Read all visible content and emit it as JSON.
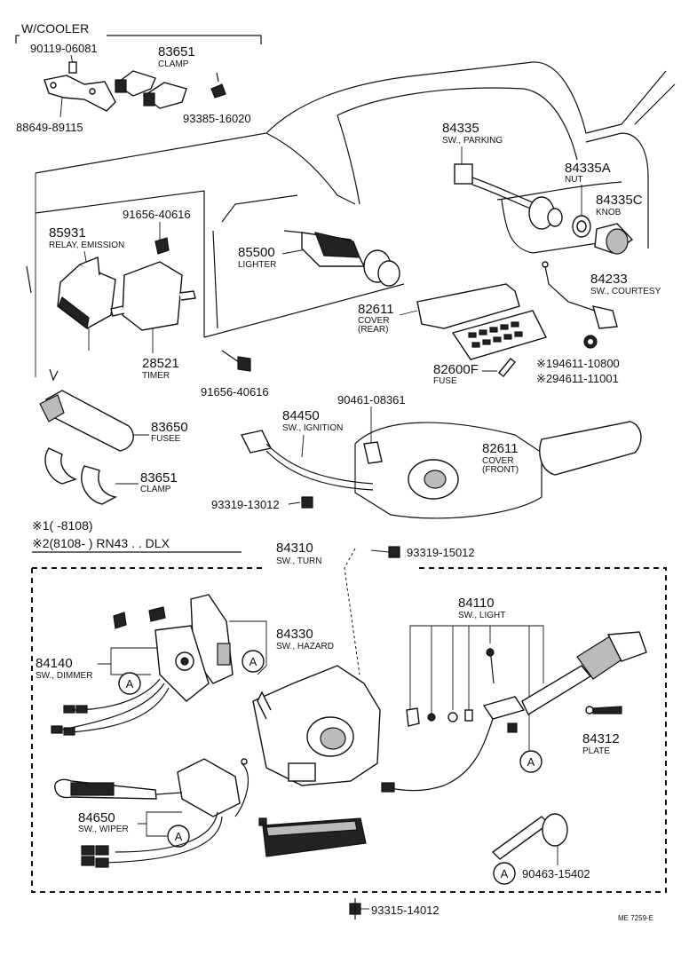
{
  "header": {
    "variant": "W/COOLER"
  },
  "labels": {
    "p90119": "90119-06081",
    "p83651a": "83651",
    "p83651a_name": "CLAMP",
    "p93385": "93385-16020",
    "p88649": "88649-89115",
    "p84335": "84335",
    "p84335_name": "SW., PARKING",
    "p84335A": "84335A",
    "p84335A_name": "NUT",
    "p84335C": "84335C",
    "p84335C_name": "KNOB",
    "p91656a": "91656-40616",
    "p85931": "85931",
    "p85931_name": "RELAY, EMISSION",
    "p85500": "85500",
    "p85500_name": "LIGHTER",
    "p84233": "84233",
    "p84233_name": "SW., COURTESY",
    "p82611r": "82611",
    "p82611r_name1": "COVER",
    "p82611r_name2": "(REAR)",
    "p28521": "28521",
    "p28521_name": "TIMER",
    "p194611": "※194611-10800",
    "p294611": "※294611-11001",
    "p82600F": "82600F",
    "p82600F_name": "FUSE",
    "p91656b": "91656-40616",
    "p90461": "90461-08361",
    "p84450": "84450",
    "p84450_name": "SW., IGNITION",
    "p83650": "83650",
    "p83650_name": "FUSEE",
    "p82611f": "82611",
    "p82611f_name1": "COVER",
    "p82611f_name2": "(FRONT)",
    "p83651b": "83651",
    "p83651b_name": "CLAMP",
    "p93319a": "93319-13012",
    "note1": "※1(      -8108)",
    "note2": "※2(8108-         ) RN43 . . DLX",
    "p84310": "84310",
    "p84310_name": "SW., TURN",
    "p93319b": "93319-15012",
    "p84110": "84110",
    "p84110_name": "SW., LIGHT",
    "p84330": "84330",
    "p84330_name": "SW., HAZARD",
    "p84140": "84140",
    "p84140_name": "SW., DIMMER",
    "p84312": "84312",
    "p84312_name": "PLATE",
    "p84650": "84650",
    "p84650_name": "SW., WIPER",
    "p90463": "90463-15402",
    "p93315": "93315-14012",
    "marker": "A",
    "code": "ME 7259-E"
  }
}
